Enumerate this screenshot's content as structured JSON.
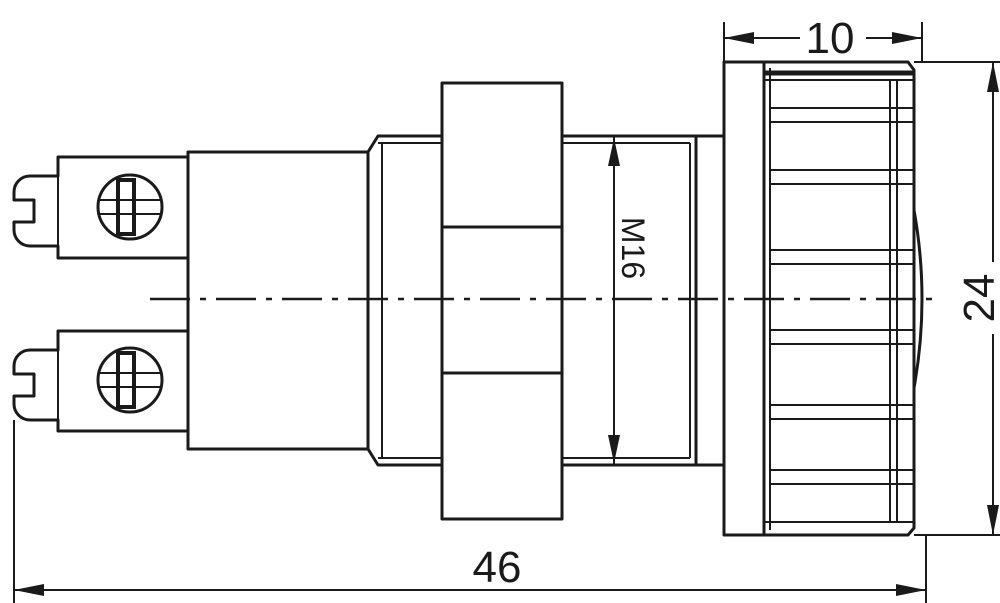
{
  "drawing": {
    "dimensions": {
      "overall_length": "46",
      "head_width": "10",
      "head_diameter": "24",
      "thread": "M16"
    }
  }
}
